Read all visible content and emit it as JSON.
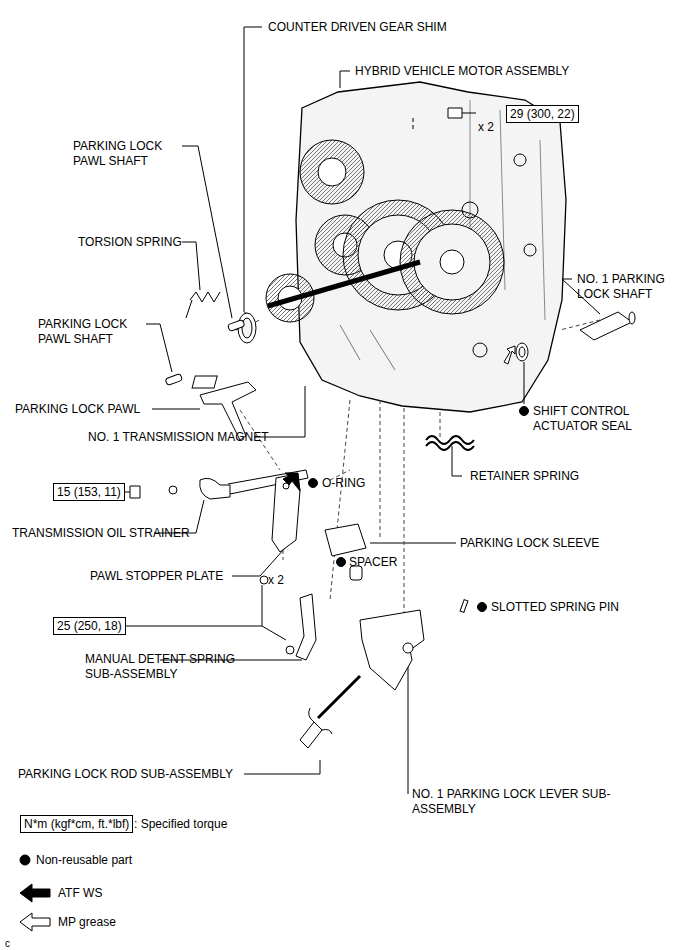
{
  "diagram": {
    "nodes": [
      {
        "text": [
          "29 (300, 22)"
        ]
      },
      {
        "text": [
          "15 (153, 11)"
        ]
      },
      {
        "text": [
          "25 (250, 18)"
        ]
      },
      {
        "text": [
          "N*m (kgf*cm, ft.*lbf)"
        ]
      }
    ],
    "labels": [
      "COUNTER DRIVEN GEAR SHIM",
      "HYBRID VEHICLE MOTOR ASSEMBLY",
      "x 2",
      "PARKING LOCK PAWL SHAFT",
      "TORSION SPRING",
      "NO. 1 PARKING LOCK SHAFT",
      "PARKING LOCK PAWL SHAFT",
      "PARKING LOCK PAWL",
      "NO. 1 TRANSMISSION MAGNET",
      "SHIFT CONTROL ACTUATOR SEAL",
      "O-RING",
      "RETAINER SPRING",
      "TRANSMISSION OIL STRAINER",
      "PARKING LOCK SLEEVE",
      "PAWL STOPPER PLATE",
      "SPACER",
      "x 2",
      "SLOTTED SPRING PIN",
      "MANUAL DETENT SPRING SUB-ASSEMBLY",
      "PARKING LOCK ROD SUB-ASSEMBLY",
      "NO. 1 PARKING LOCK LEVER SUB-ASSEMBLY",
      ": Specified torque",
      "c"
    ],
    "legend": [
      {
        "text": "Non-reusable part"
      },
      {
        "text": "ATF WS"
      },
      {
        "text": "MP grease"
      }
    ]
  }
}
